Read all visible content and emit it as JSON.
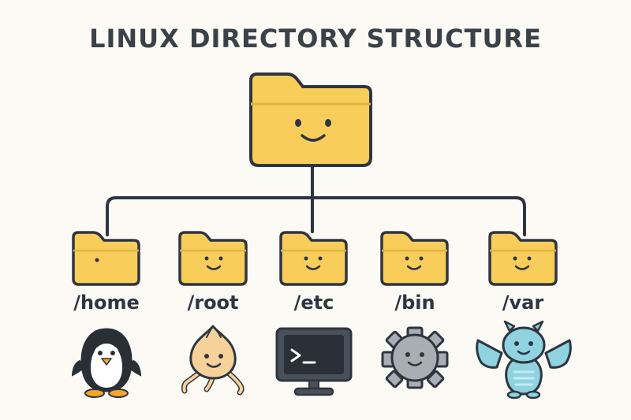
{
  "title": "LINUX DIRECTORY STRUCTURE",
  "root": {
    "icon": "smiling-folder-icon"
  },
  "directories": [
    {
      "label": "/home",
      "mascot": "penguin-icon"
    },
    {
      "label": "/root",
      "mascot": "root-creature-icon"
    },
    {
      "label": "/etc",
      "mascot": "terminal-monitor-icon"
    },
    {
      "label": "/bin",
      "mascot": "gear-icon"
    },
    {
      "label": "/var",
      "mascot": "dragon-icon"
    }
  ],
  "colors": {
    "folder_fill": "#f8cd5a",
    "outline": "#2f3540",
    "title": "#3b4149",
    "background": "#fbfaf5"
  }
}
